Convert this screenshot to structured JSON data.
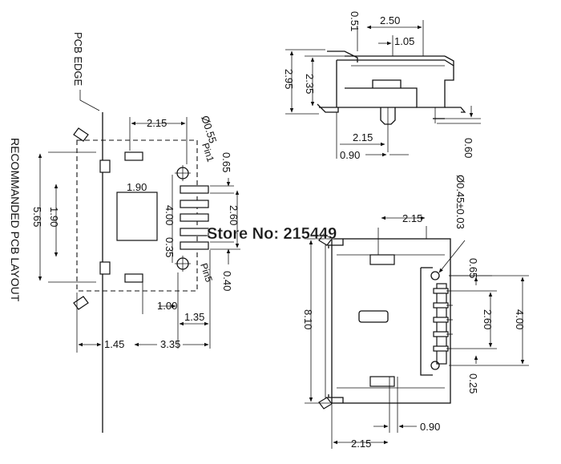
{
  "labels": {
    "pcb_edge": "PCB EDGE",
    "recommended": "RECOMMANDED PCB LAYOUT",
    "pin1": "Pin1",
    "pin5": "Pin5",
    "watermark": "Store No: 215449"
  },
  "layout_dims": {
    "d215": "2.15",
    "d055": "Ø0.55",
    "d065": "0.65",
    "d190a": "1.90",
    "d190b": "1.90",
    "d565": "5.65",
    "d400": "4.00",
    "d260": "2.60",
    "d035": "0.35",
    "d040": "0.40",
    "d100": "1.00",
    "d135": "1.35",
    "d145": "1.45",
    "d335": "3.35"
  },
  "side_dims": {
    "d051": "0.51",
    "d250": "2.50",
    "d105": "1.05",
    "d295": "2.95",
    "d235": "2.35",
    "d215": "2.15",
    "d090": "0.90",
    "d060": "0.60"
  },
  "top_dims": {
    "d215a": "2.15",
    "d045": "Ø0.45±0.03",
    "d065": "0.65",
    "d810": "8.10",
    "d260": "2.60",
    "d400": "4.00",
    "d025": "0.25",
    "d090": "0.90",
    "d215b": "2.15"
  }
}
